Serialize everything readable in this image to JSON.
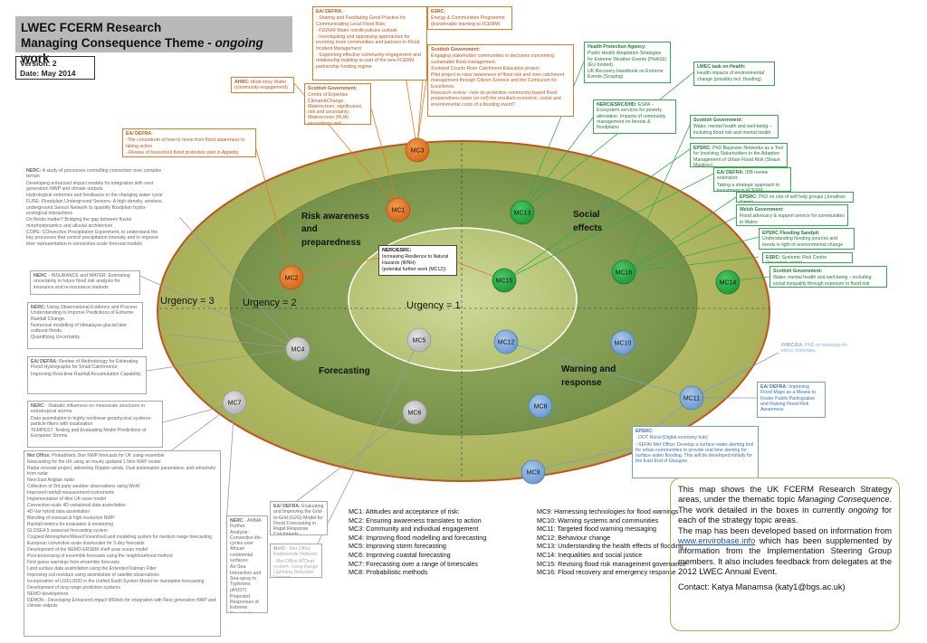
{
  "header": {
    "title_line1": "LWEC FCERM Research",
    "title_line2_prefix": "Managing Consequence Theme - ",
    "title_line2_em": "ongoing",
    "title_line2_suffix": " work",
    "version": "Version: 2",
    "date": "Date:  May 2014"
  },
  "colors": {
    "outer_ellipse": "#b3ba62",
    "middle_ellipse": "#80984d",
    "inner_ellipse": "#c3d087",
    "orange": "#e87722",
    "green": "#2fae4b",
    "grey": "#a8a8a8",
    "blue": "#6e9fd6"
  },
  "zones": {
    "urgency3": "Urgency = 3",
    "urgency2": "Urgency = 2",
    "urgency1": "Urgency = 1",
    "risk_line1": "Risk awareness",
    "risk_line2": "and",
    "risk_line3": "preparedness",
    "social_line1": "Social",
    "social_line2": "effects",
    "forecasting": "Forecasting",
    "warning_line1": "Warning and",
    "warning_line2": "response"
  },
  "nodes": [
    {
      "label": "MC1",
      "color": "orange"
    },
    {
      "label": "MC2",
      "color": "orange"
    },
    {
      "label": "MC3",
      "color": "orange"
    },
    {
      "label": "MC4",
      "color": "grey"
    },
    {
      "label": "MC5",
      "color": "grey"
    },
    {
      "label": "MC6",
      "color": "grey"
    },
    {
      "label": "MC7",
      "color": "grey"
    },
    {
      "label": "MC8",
      "color": "blue"
    },
    {
      "label": "MC9",
      "color": "blue"
    },
    {
      "label": "MC10",
      "color": "blue"
    },
    {
      "label": "MC11",
      "color": "blue"
    },
    {
      "label": "MC12",
      "color": "blue"
    },
    {
      "label": "MC13",
      "color": "green"
    },
    {
      "label": "MC14",
      "color": "green"
    },
    {
      "label": "MC15",
      "color": "green"
    },
    {
      "label": "MC16",
      "color": "green"
    }
  ],
  "boxes": {
    "ea_defra_mc3_title": "EA/ DEFRA:",
    "ea_defra_mc3_lines": [
      "- Sharing and Facilitating Good Practice for Communicating Local Flood Risk;",
      "- FD2649 Water retrofit policies outlook",
      "- Investigating and appraising approaches for involving more communities and partners in Flood Incident Management",
      "- Supporting effective community engagement and relationship building as part of the new FCERM partnership funding regime"
    ],
    "esrc_top_title": "ESRC:",
    "esrc_top_lines": [
      "Energy & Communities Programme (transferable learning to FCERM)"
    ],
    "scot_gov_top_title": "Scottish Government:",
    "scot_gov_top_lines": [
      "Engaging stakeholder communities in decisions concerning sustainable flood management.",
      "Scotland Counts River Catchment Education project.",
      "Pilot project to raise awareness of flood risk and river catchment management through Citizen Science and the Curriculum for Excellence.",
      "Research review - how do protective community-based flood preparedness lower (or not) the resultant economic, social and environmental costs of a flooding event?"
    ],
    "ahrc_title": "AHRC:",
    "ahrc_text": "Multi-story Water (community engagement)",
    "scot_gov_mid_title": "Scottish Government:",
    "scot_gov_mid_lines": [
      "Centre of Expertise Climate&Change, Waterscreen: significance, risk and uncertainty, Waterscreen (RUA) perceptions and communication of risk and uncertainty."
    ],
    "ea_defra_left_title": "EA/ DEFRA:",
    "ea_defra_left_lines": [
      "-The conundrum of how to move from flood awareness to taking action",
      "- Review of household flood protection pilot in Appleby"
    ],
    "nerc_top_title": "NERC:",
    "nerc_top_lines": [
      "A study of processes controlling convection over complex terrain",
      "Developing enhanced impact models for integration with next generation NWP and climate outputs",
      "Hydrological extremes and feedbacks in the changing water cycle",
      "FUSE: Floodplain Underground Sensors- A high-density, wireless, underground Sensor Network to quantify floodplain hydro-ecological interactions",
      "Do floods matter? Bridging the gap between fluvial morphodynamics and alluvial architecture",
      "COPE: COnvective Precipitation Experiment, to understand the key processes that control precipitation intensity and to improve their representation in convective-scale forecast models"
    ],
    "nerc_insurance_title": "NERC",
    "nerc_insurance_text": "- INSURANCE and WATER: Estimating uncertainty in future flood risk analysis for insurance and re-insurance markets",
    "nerc_obs_title": "NERC:",
    "nerc_obs_lines": [
      "Using Observational Evidence and Process Understanding to Improve Predictions of Extreme Rainfall Change.",
      "Numerical modelling of Himalayan glacial lake outburst floods.",
      "Quantifying Uncertainty."
    ],
    "ea_defra_review_title": "EA/ DEFRA:",
    "ea_defra_review_lines": [
      "Review of Methodology for Estimating Flood Hydrographs for Small Catchments;",
      "Improving Real-time Rainfall Accumulation Capability"
    ],
    "nerc_diabatic_title": "NERC",
    "nerc_diabatic_lines": [
      "- Diabatic influences on mesoscale structures in extratropical storms.",
      "Data assimilation in highly nonlinear geophysical systems-particle filters with localisation",
      "TEMPEST: Testing and Evaluating Model Predictions of European Storms"
    ],
    "metoffice_title": "Met Office:",
    "metoffice_lines": [
      "Probabilistic 2km NWP forecasts for UK using ensemble",
      "Nowcasting for the UK using an hourly updated 1.5km NWP model",
      "Radar renewal project, delivering Doppler winds, Dual polarisation parameters, and refractivity from radar",
      "New East Anglian radar",
      "Collection of 3rd party weather observations using WoW",
      "Improved rainfall measurement instruments",
      "Implementation of 4km UK wave model",
      "Convective-scale 4D variational data assimilation",
      "4D-Var hybrid data assimilation",
      "Blending of nowcast & high resolution NWP",
      "Rainfall metrics for evaluation & monitoring",
      "GLOSEA 5 seasonal forecasting system",
      "Coupled Atmosphere/Wave/Ocean/Ice/Land modelling system for medium range forecasting",
      "European convective-scale downscaler for 5-day forecasts",
      "Development of the NEMO-ERSEM shelf seas ocean model",
      "Post-processing of ensemble forecasts using the neighbourhood method",
      "First guess warnings from ensemble forecasts",
      "Land surface data assimilation using the Extended Kalman Filter",
      "Improving soil moisture using assimilation of satellite observations",
      "Incorporation of LISFLOOD in the Unified Earth System Model for inundation forecasting",
      "Development of long range prediction systems",
      "NEMO development",
      "DEMON - Developing Enhanced impact MOdels for integration with Next generation NWP and climate outputs"
    ],
    "nerc_amma_title": "NERC",
    "nerc_amma_lines": [
      "- AMMA Further Analysis: Convective life-cycles over African continental surfaces",
      "Air-Sea Interaction and Sea-spray in Typhoons (ASIST)",
      "Projected Responses of Extreme Precipitation and Atmospheric Radiative Energy (PREPARE)"
    ],
    "ea_defra_grid_title": "EA/ DEFRA:",
    "ea_defra_grid_text": "Evaluating and Improving the Grid-to-Grid (G2G) Model for Flood Forecasting in Rapid Response Catchments",
    "metoffice_radio_title": "MetO",
    "metoffice_radio_lines": [
      "- Met Office Radiosonde Network",
      "- Met Office ATDnet system - Long Range Lightning Detection Network"
    ],
    "nerc_esrc_title": "NERC/ESRC:",
    "nerc_esrc_lines": [
      "Increasing Resilience to Natural Hazards (IRNH)",
      "(potential further work (MC12))"
    ],
    "hpa_title": "Health Protection Agency:",
    "hpa_lines": [
      "Public Health Adaptation Strategies for Extreme Weather Events (PHASE) (EU funded)",
      "UK Recovery Handbook on Extreme Events (Scoping)"
    ],
    "lwec_health_title": "LWEC task on Health:",
    "lwec_health_text": "Health impacts of environmental change (possibly incl. flooding)",
    "nerc_dfid_title": "NERC/ESRC/DfID:",
    "nerc_dfid_text": "ESPA - Ecosystem services for poverty alleviation. Impacts of community management on forests & floodplains",
    "scot_gov_r_title": "Scottish Government:",
    "scot_gov_r_text": "Water, mental health and well-being – including flood risk and mental health.",
    "epsrc_bayes_title": "EPSRC:",
    "epsrc_bayes_text": "PhD Bayesian Networks as a Tool for Involving Stakeholders in the Adaptive Management of Urban Flood Risk (Shaun Maskrey)",
    "ea_defra_idb_title": "EA/ DEFRA:",
    "ea_defra_idb_lines": [
      "IDB review extension;",
      "Taking a strategic approach to investment in FCERM"
    ],
    "epsrc_selfhelp_title": "EPSRC:",
    "epsrc_selfhelp_text": "PhD on role of self help groups (Jonathan Simm)",
    "welsh_gov_title": "Welsh Government:",
    "welsh_gov_text": "Flood advocacy & support service for communities in Wales",
    "epsrc_sandpit_title": "EPSRC Flooding Sandpit:",
    "epsrc_sandpit_text": "Understanding flooding sources and trends in light of environmental change",
    "esrc_src_title": "ESRC:",
    "esrc_src_text": "Systemic Risk Centre  (Insurance angle)",
    "scot_gov_mc14_title": "Scottish Government:",
    "scot_gov_mc14_text": "Water, mental health and well-being – including social inequality through exposure to flood risk",
    "fhrc_title": "FHRC/EA:",
    "fhrc_text": "PhD on warnings for ethnic minorities",
    "ea_defra_maps_title": "EA/ DEFRA:",
    "ea_defra_maps_text": "Improving Flood Maps as a Means to Foster Public Participation and Raising Flood Risk Awareness",
    "epsrc_bottom_title": "EPSRC:",
    "epsrc_bottom_lines": [
      "-      DOT Rural (Digital economy hub)",
      "-      SEPA/ Met Office: Develop a surface water alerting tool for urban communities to provide real time alerting for surface water flooding. This will be developed initially for the East End of Glasgow"
    ]
  },
  "legend_col1": [
    "MC1: Attitudes and acceptance of risk:",
    "MC2: Ensuring awareness translates to action",
    "MC3: Community and individual engagement",
    "MC4: Improving flood modelling and forecasting",
    "MC5: Improving storm forecasting",
    "MC6: Improving coastal forecasting",
    "MC7: Forecasting over a range of timescales",
    "MC8: Probabilistic methods"
  ],
  "legend_col2": [
    "MC9: Harnessing technologies for flood warnings",
    "MC10: Warning systems and communities",
    "MC11: Targeted flood warning messaging",
    "MC12: Behaviour change",
    "MC13: Understanding the health effects of flooding",
    "MC14: Inequalities and social justice",
    "MC15: Revising flood risk management governance",
    "MC16: Flood recovery and emergency response"
  ],
  "info": {
    "p1_a": "This map shows the UK FCERM Research Strategy areas, under the thematic topic ",
    "p1_em1": "Managing Consequence",
    "p1_b": ". The work detailed in the boxes in currently ",
    "p1_em2": "ongoing",
    "p1_c": " for each of the strategy topic areas.",
    "p2_a": "The map has been developed based on information from ",
    "p2_link": "www.envirobase.info",
    "p2_b": " which has been supplemented by information from the Implementation Steering Group members. It also includes feedback from delegates at the 2012 LWEC Annual Event.",
    "contact": "Contact: Katya Manamsa (katy1@bgs.ac.uk)"
  }
}
